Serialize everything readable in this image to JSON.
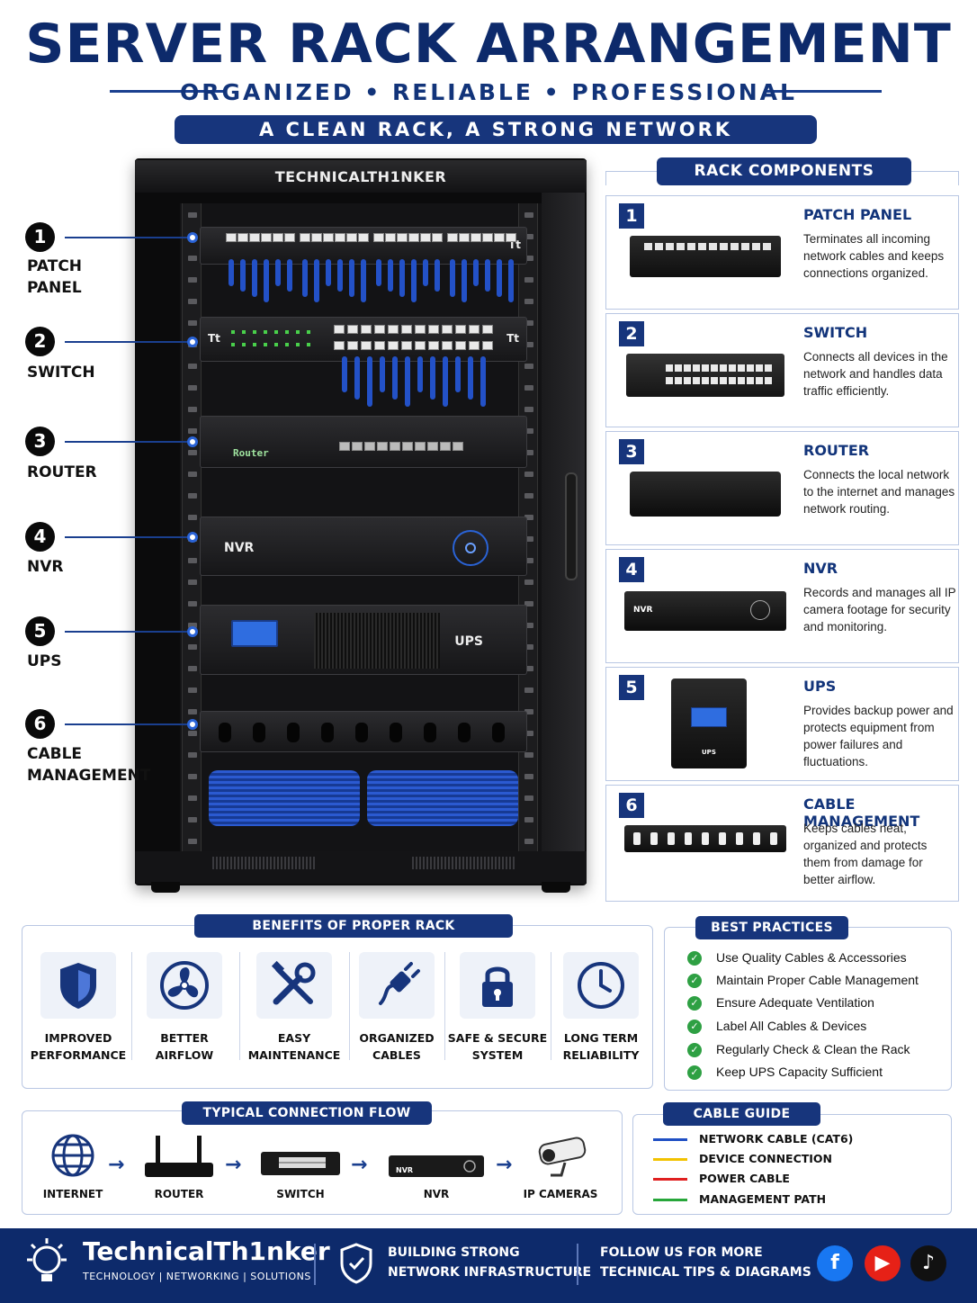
{
  "header": {
    "title": "SERVER RACK ARRANGEMENT",
    "subtitle": "ORGANIZED • RELIABLE • PROFESSIONAL",
    "banner": "A CLEAN RACK, A STRONG NETWORK"
  },
  "rack": {
    "brand": "TECHNICALTH1NKER",
    "nvr_label": "NVR",
    "ups_label": "UPS",
    "router_brand": "Router",
    "small_logo": "Tt",
    "callouts": [
      {
        "num": "1",
        "label": "PATCH PANEL"
      },
      {
        "num": "2",
        "label": "SWITCH"
      },
      {
        "num": "3",
        "label": "ROUTER"
      },
      {
        "num": "4",
        "label": "NVR"
      },
      {
        "num": "5",
        "label": "UPS"
      },
      {
        "num": "6",
        "label": "CABLE MANAGEMENT"
      }
    ]
  },
  "components": {
    "header": "RACK COMPONENTS",
    "items": [
      {
        "num": "1",
        "title": "PATCH PANEL",
        "desc": "Terminates all incoming network cables and keeps connections organized."
      },
      {
        "num": "2",
        "title": "SWITCH",
        "desc": "Connects all devices in the network and handles data traffic efficiently."
      },
      {
        "num": "3",
        "title": "ROUTER",
        "desc": "Connects the local network to the internet and manages network routing."
      },
      {
        "num": "4",
        "title": "NVR",
        "desc": "Records and manages all IP camera footage for security and monitoring."
      },
      {
        "num": "5",
        "title": "UPS",
        "desc": "Provides backup power and protects equipment from power failures and fluctuations."
      },
      {
        "num": "6",
        "title": "CABLE MANAGEMENT",
        "desc": "Keeps cables neat, organized and protects them from damage for better airflow."
      }
    ],
    "img_labels": {
      "nvr": "NVR",
      "ups": "UPS"
    }
  },
  "benefits": {
    "header": "BENEFITS OF PROPER RACK ARRANGEMENT",
    "items": [
      {
        "icon": "shield-icon",
        "label": "IMPROVED PERFORMANCE"
      },
      {
        "icon": "fan-icon",
        "label": "BETTER AIRFLOW"
      },
      {
        "icon": "tools-icon",
        "label": "EASY MAINTENANCE"
      },
      {
        "icon": "cable-plug-icon",
        "label": "ORGANIZED CABLES"
      },
      {
        "icon": "lock-icon",
        "label": "SAFE & SECURE SYSTEM"
      },
      {
        "icon": "clock-icon",
        "label": "LONG TERM RELIABILITY"
      }
    ]
  },
  "best_practices": {
    "header": "BEST PRACTICES",
    "items": [
      "Use Quality Cables & Accessories",
      "Maintain Proper Cable Management",
      "Ensure Adequate Ventilation",
      "Label All Cables & Devices",
      "Regularly Check & Clean the Rack",
      "Keep UPS Capacity Sufficient"
    ]
  },
  "flow": {
    "header": "TYPICAL CONNECTION FLOW",
    "items": [
      {
        "icon": "globe-icon",
        "label": "INTERNET"
      },
      {
        "icon": "router-icon",
        "label": "ROUTER"
      },
      {
        "icon": "switch-icon",
        "label": "SWITCH"
      },
      {
        "icon": "nvr-icon",
        "label": "NVR"
      },
      {
        "icon": "camera-icon",
        "label": "IP CAMERAS"
      }
    ],
    "nvr_tag": "NVR"
  },
  "cable_guide": {
    "header": "CABLE GUIDE",
    "items": [
      {
        "label": "NETWORK CABLE (CAT6)",
        "color": "#1f4fc4"
      },
      {
        "label": "DEVICE CONNECTION",
        "color": "#f2c200"
      },
      {
        "label": "POWER CABLE",
        "color": "#e02020"
      },
      {
        "label": "MANAGEMENT PATH",
        "color": "#27a63a"
      }
    ]
  },
  "footer": {
    "brand": "TechnicalTh1nker",
    "tagline": "TECHNOLOGY | NETWORKING | SOLUTIONS",
    "mission_line1": "BUILDING STRONG",
    "mission_line2": "NETWORK INFRASTRUCTURE",
    "follow_line1": "FOLLOW US FOR MORE",
    "follow_line2": "TECHNICAL TIPS & DIAGRAMS",
    "social": [
      {
        "icon": "facebook-icon",
        "glyph": "f",
        "color": "#1877f2"
      },
      {
        "icon": "youtube-icon",
        "glyph": "▶",
        "color": "#e62117"
      },
      {
        "icon": "tiktok-icon",
        "glyph": "♪",
        "color": "#111111"
      }
    ]
  }
}
